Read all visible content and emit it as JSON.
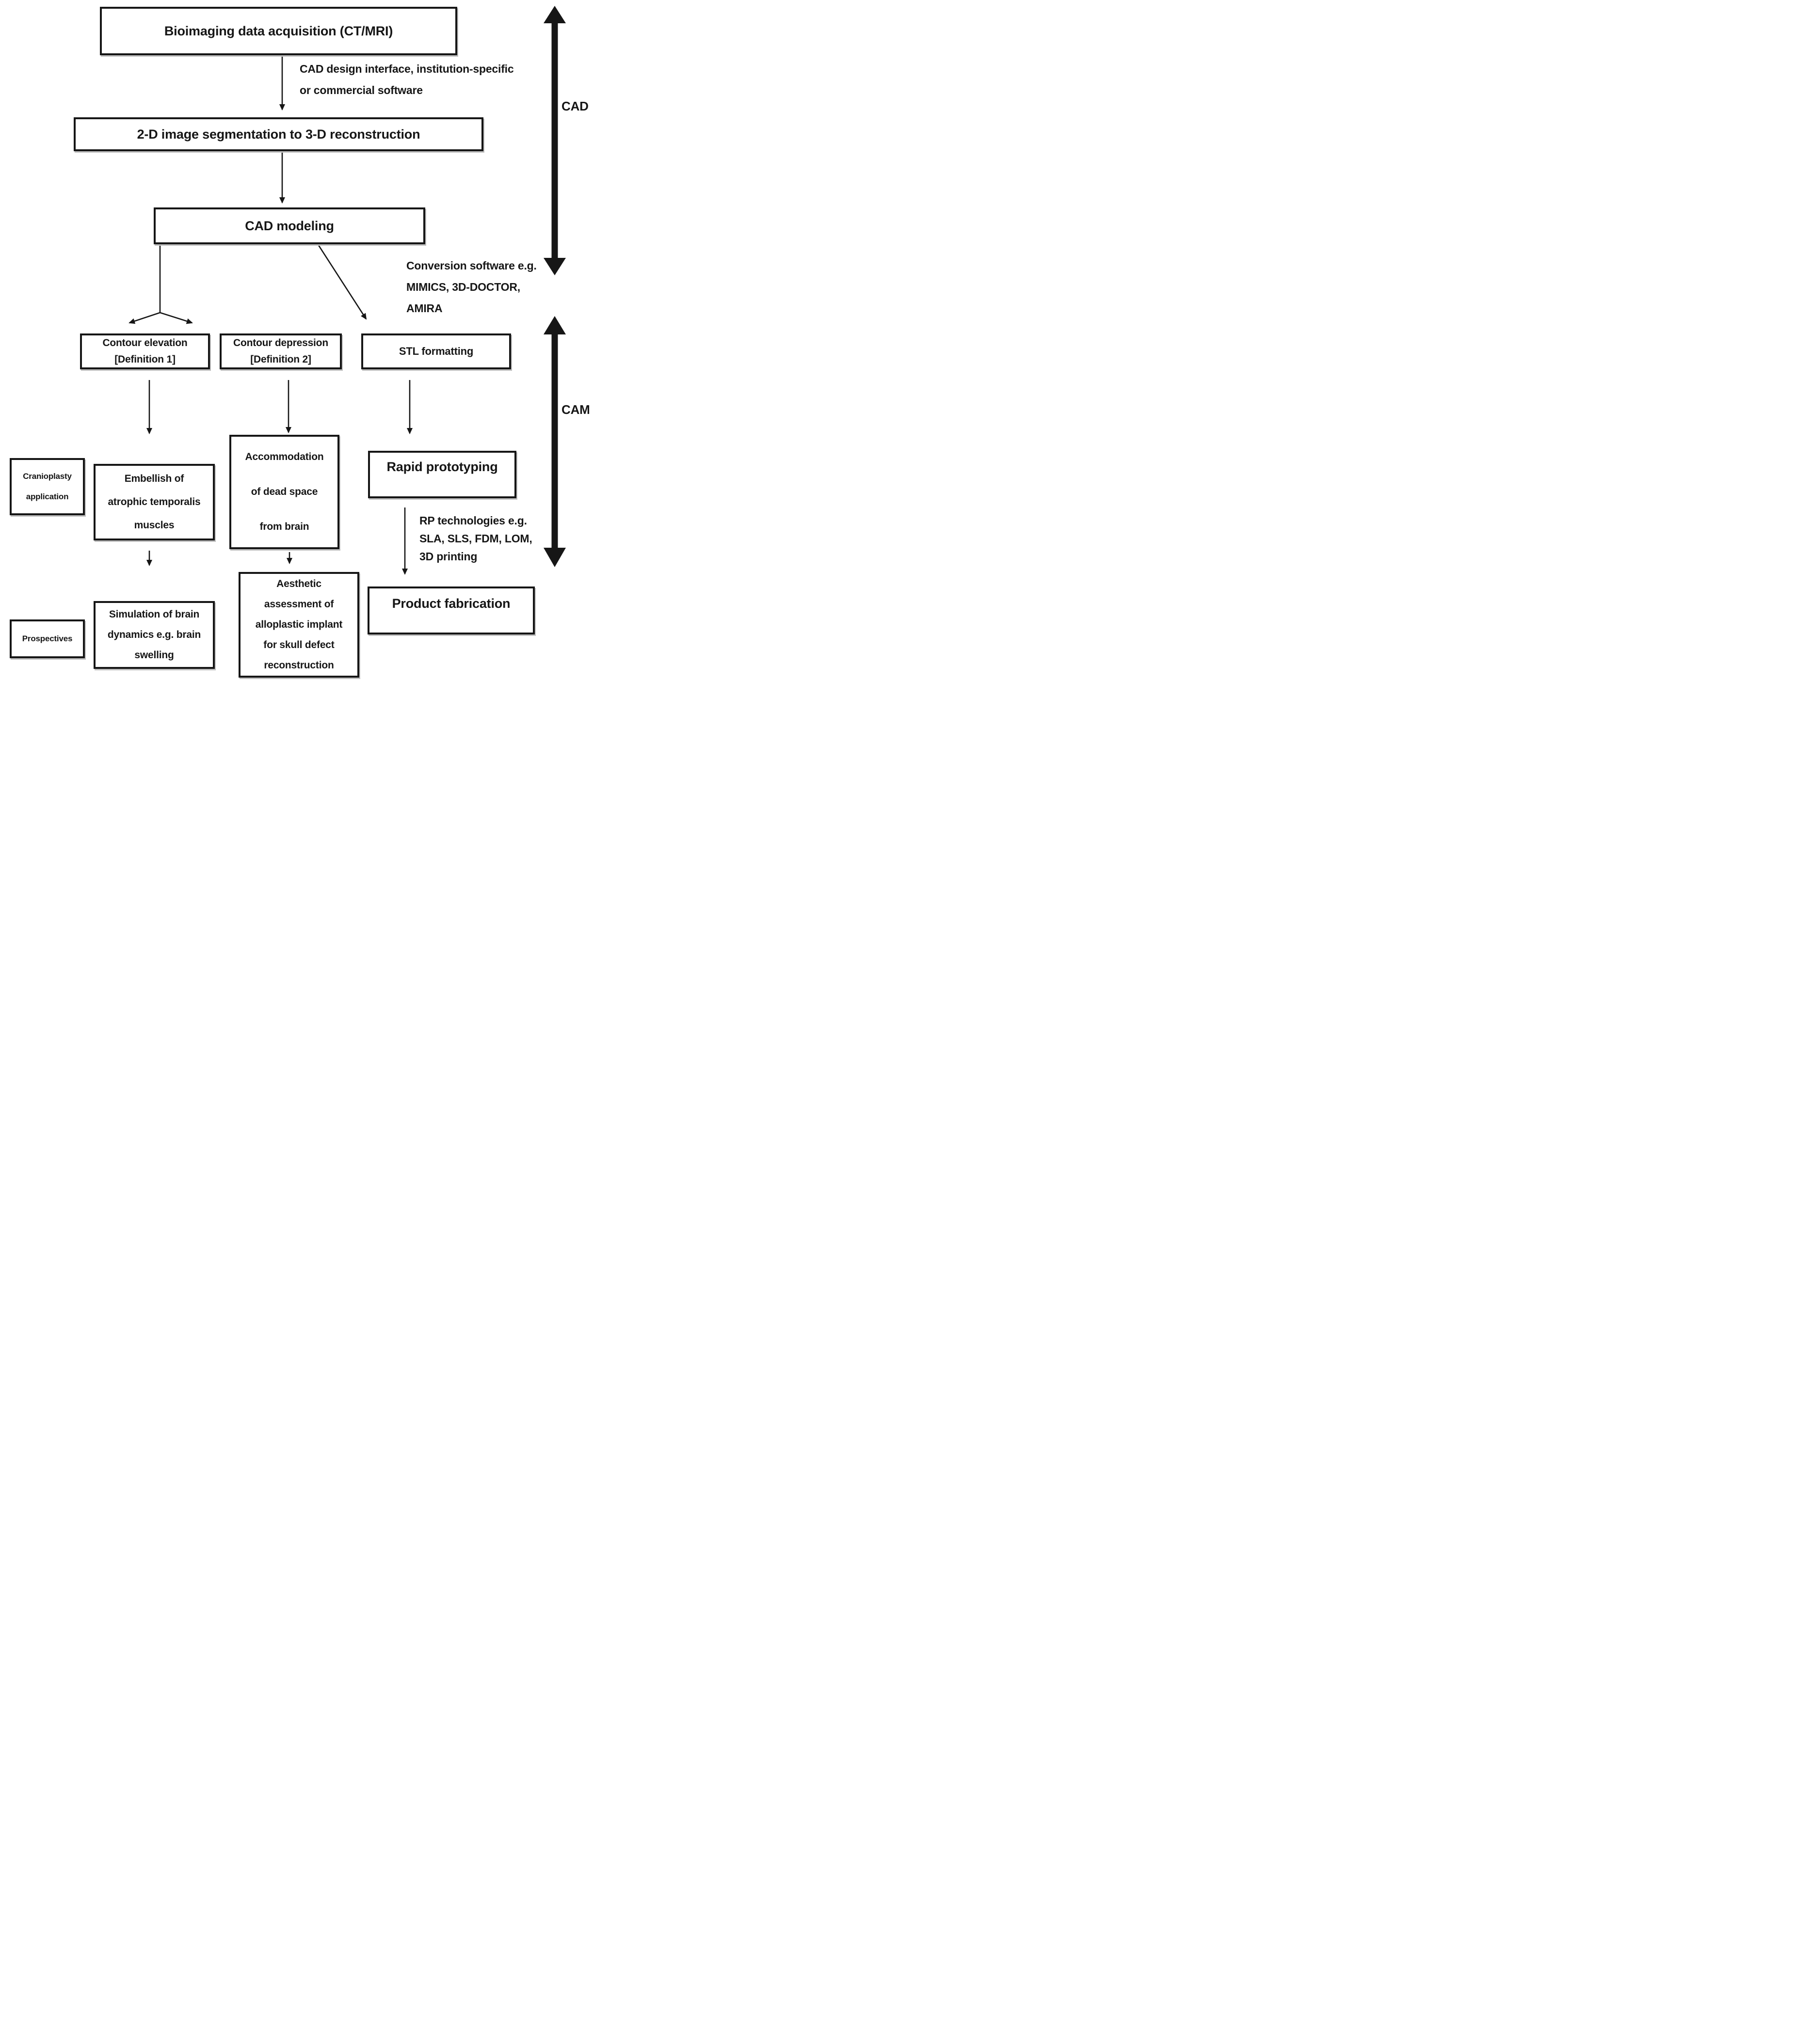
{
  "page": {
    "background": "#ffffff",
    "ink": "#161616"
  },
  "flowchart": {
    "nodes": {
      "bioimaging": {
        "label": "Bioimaging data acquisition (CT/MRI)"
      },
      "segmentation": {
        "label": "2-D image segmentation to 3-D reconstruction"
      },
      "cad_modeling": {
        "label": "CAD modeling"
      },
      "contour_elevation": {
        "lines": [
          "Contour elevation",
          "[Definition 1]"
        ]
      },
      "contour_depression": {
        "lines": [
          "Contour depression",
          "[Definition 2]"
        ]
      },
      "stl_formatting": {
        "label": "STL formatting"
      },
      "cranioplasty_application": {
        "lines": [
          "Cranioplasty",
          "application"
        ]
      },
      "embellish": {
        "lines": [
          "Embellish of",
          "atrophic temporalis",
          "muscles"
        ]
      },
      "accommodation": {
        "lines": [
          "Accommodation",
          "of dead space",
          "from brain"
        ]
      },
      "rapid_prototyping": {
        "label": "Rapid prototyping"
      },
      "prospectives": {
        "label": "Prospectives"
      },
      "simulation": {
        "lines": [
          "Simulation of brain",
          "dynamics e.g. brain",
          "swelling"
        ]
      },
      "aesthetic": {
        "lines": [
          "Aesthetic",
          "assessment of",
          "alloplastic implant",
          "for skull defect",
          "reconstruction"
        ]
      },
      "product_fabrication": {
        "label": "Product fabrication"
      }
    },
    "annotations": {
      "cad_interface": {
        "lines": [
          "CAD design interface, institution-specific",
          "or commercial software"
        ]
      },
      "conversion": {
        "lines": [
          "Conversion software e.g.",
          "MIMICS, 3D-DOCTOR,",
          "AMIRA"
        ]
      },
      "rp_technologies": {
        "lines": [
          "RP technologies e.g.",
          "SLA, SLS, FDM, LOM,",
          "3D printing"
        ]
      }
    },
    "phases": {
      "cad": "CAD",
      "cam": "CAM"
    }
  }
}
